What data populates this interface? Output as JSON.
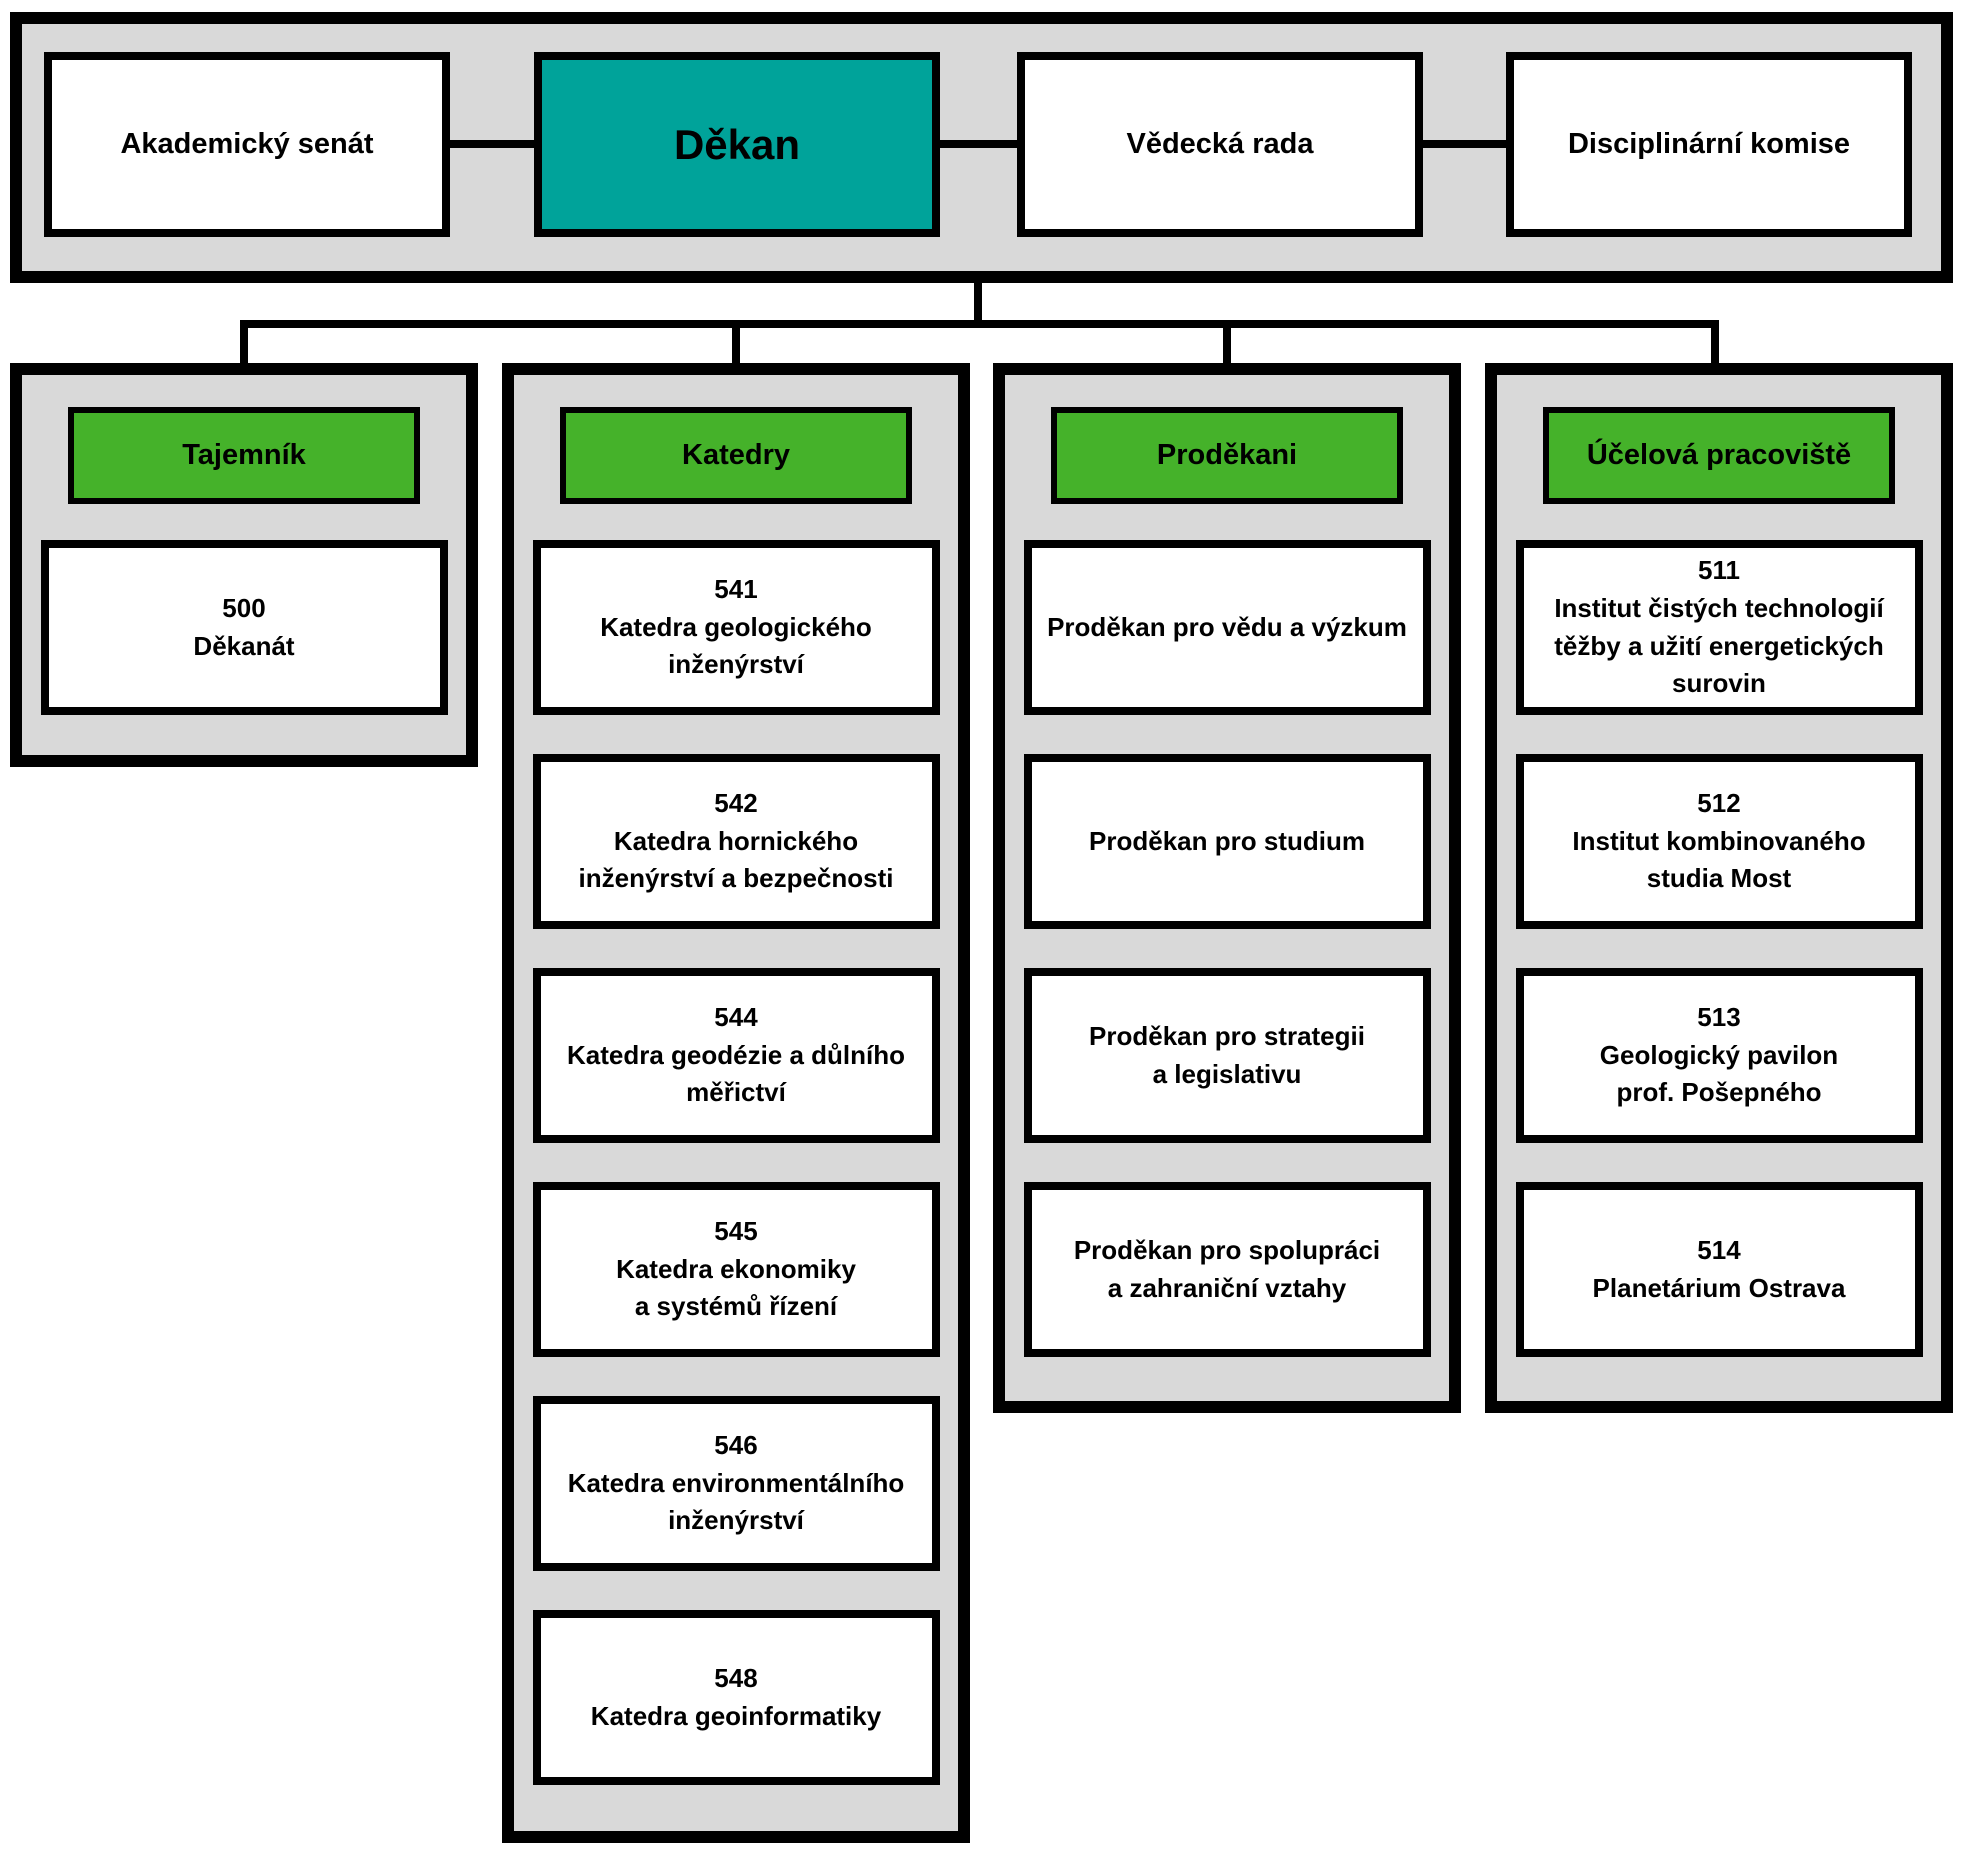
{
  "title": "Organizational chart of faculty",
  "colors": {
    "accent_teal": "#00a39a",
    "accent_green": "#45b22a",
    "panel_gray": "#d9d9d9",
    "line_black": "#000000",
    "box_white": "#ffffff"
  },
  "top_row": {
    "items": [
      {
        "label": "Akademický senát",
        "highlight": false
      },
      {
        "label": "Děkan",
        "highlight": true
      },
      {
        "label": "Vědecká rada",
        "highlight": false
      },
      {
        "label": "Disciplinární komise",
        "highlight": false
      }
    ]
  },
  "columns": [
    {
      "header": "Tajemník",
      "boxes": [
        [
          "500",
          "Děkanát"
        ]
      ]
    },
    {
      "header": "Katedry",
      "boxes": [
        [
          "541",
          "Katedra geologického",
          "inženýrství"
        ],
        [
          "542",
          "Katedra hornického",
          "inženýrství a bezpečnosti"
        ],
        [
          "544",
          "Katedra geodézie a důlního",
          "měřictví"
        ],
        [
          "545",
          "Katedra ekonomiky",
          "a systémů řízení"
        ],
        [
          "546",
          "Katedra environmentálního",
          "inženýrství"
        ],
        [
          "548",
          "Katedra geoinformatiky"
        ]
      ]
    },
    {
      "header": "Proděkani",
      "boxes": [
        [
          "Proděkan pro vědu a výzkum"
        ],
        [
          "Proděkan pro studium"
        ],
        [
          "Proděkan pro strategii",
          "a legislativu"
        ],
        [
          "Proděkan pro spolupráci",
          "a zahraniční vztahy"
        ]
      ]
    },
    {
      "header": "Účelová pracoviště",
      "boxes": [
        [
          "511",
          "Institut čistých technologií",
          "těžby a užití energetických",
          "surovin"
        ],
        [
          "512",
          "Institut kombinovaného",
          "studia Most"
        ],
        [
          "513",
          "Geologický pavilon",
          "prof. Pošepného"
        ],
        [
          "514",
          "Planetárium Ostrava"
        ]
      ]
    }
  ]
}
